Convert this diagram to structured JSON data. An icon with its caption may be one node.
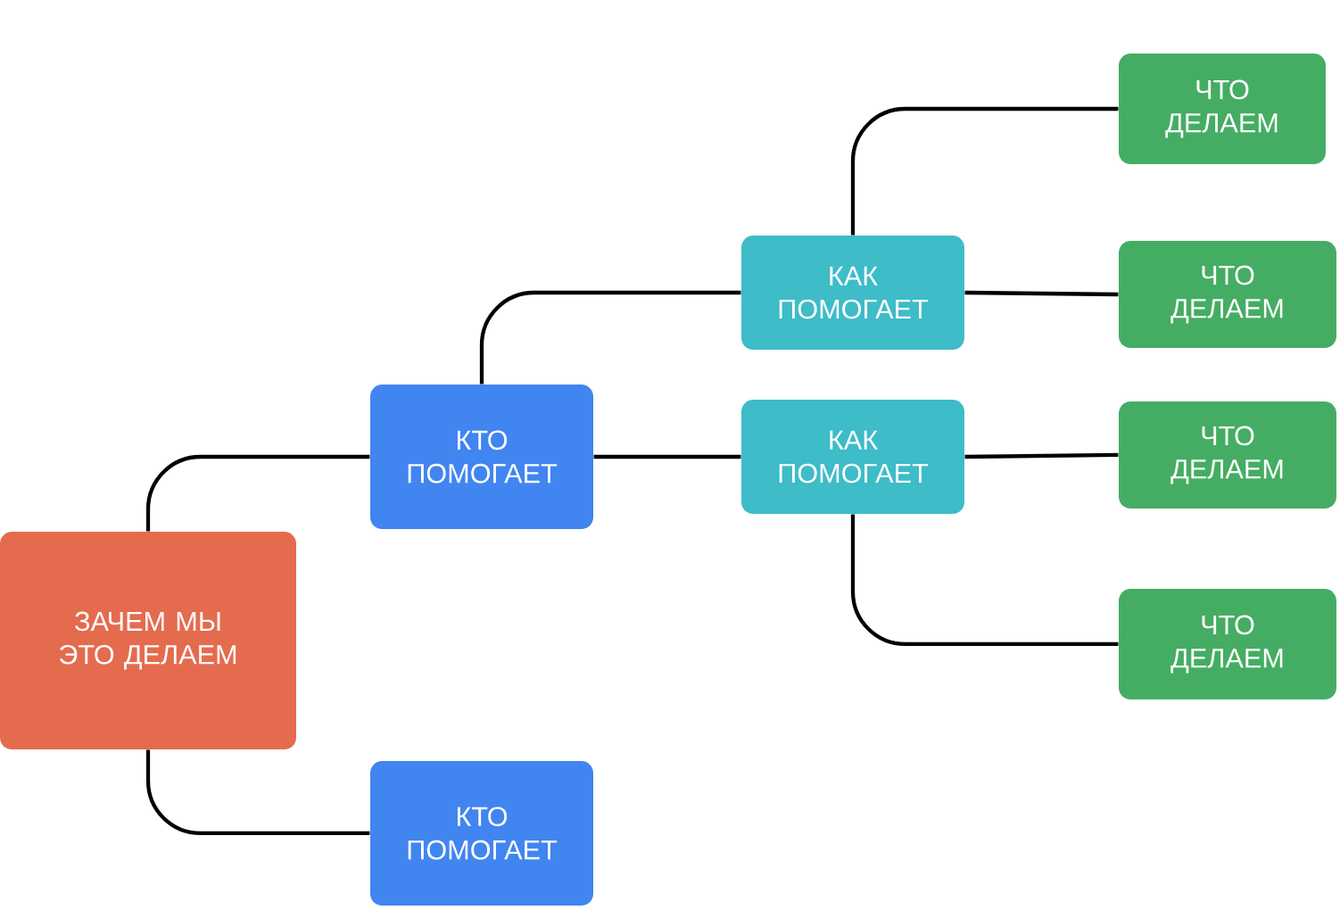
{
  "diagram": {
    "nodes": [
      {
        "text": [
          "ЗАЧЕМ МЫ ЭТО ДЕЛАЕМ"
        ]
      },
      {
        "text": [
          "КТО ПОМОГАЕТ"
        ]
      },
      {
        "text": [
          "КТО ПОМОГАЕТ"
        ]
      },
      {
        "text": [
          "КАК ПОМОГАЕТ"
        ]
      },
      {
        "text": [
          "КАК ПОМОГАЕТ"
        ]
      },
      {
        "text": [
          "ЧТО ДЕЛАЕМ"
        ]
      },
      {
        "text": [
          "ЧТО ДЕЛАЕМ"
        ]
      },
      {
        "text": [
          "ЧТО ДЕЛАЕМ"
        ]
      },
      {
        "text": [
          "ЧТО ДЕЛАЕМ"
        ]
      }
    ],
    "edges": [
      {
        "from": 0,
        "to": 1,
        "arrow": "none"
      },
      {
        "from": 0,
        "to": 2,
        "arrow": "none"
      },
      {
        "from": 1,
        "to": 3,
        "arrow": "none"
      },
      {
        "from": 1,
        "to": 4,
        "arrow": "none"
      },
      {
        "from": 3,
        "to": 5,
        "arrow": "none"
      },
      {
        "from": 3,
        "to": 6,
        "arrow": "none"
      },
      {
        "from": 4,
        "to": 7,
        "arrow": "none"
      },
      {
        "from": 4,
        "to": 8,
        "arrow": "none"
      }
    ]
  }
}
